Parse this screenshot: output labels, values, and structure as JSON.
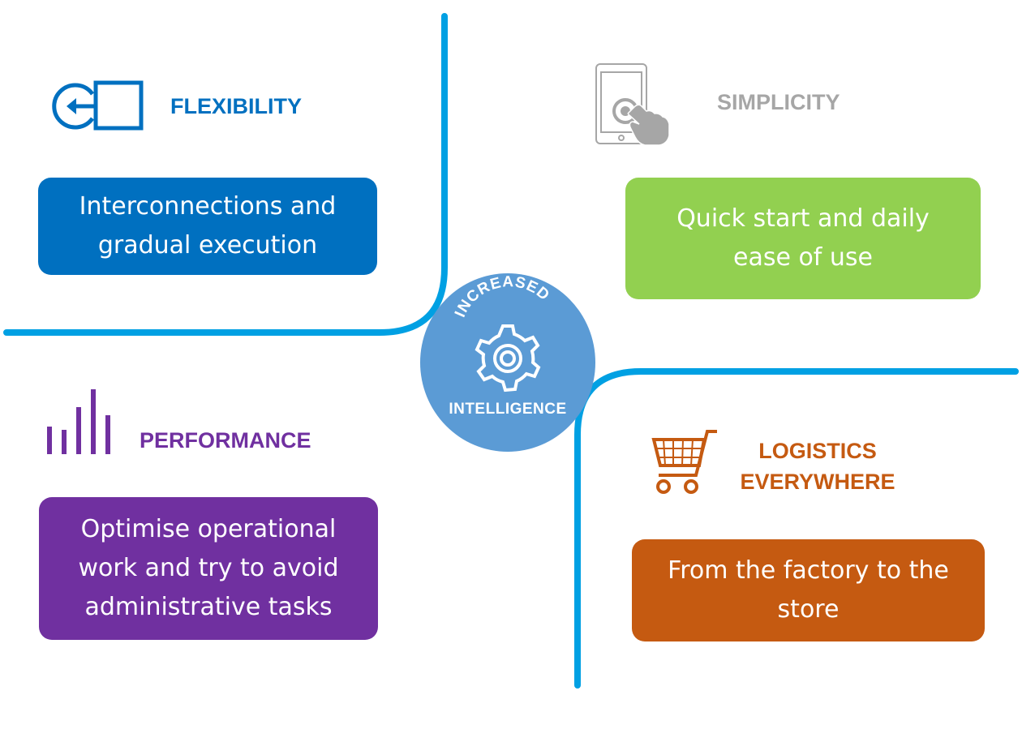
{
  "center": {
    "top_text": "INCREASED",
    "bottom_text": "INTELLIGENCE",
    "icon": "gear-icon",
    "color": "#5b9bd5"
  },
  "quadrants": {
    "flexibility": {
      "title": "FLEXIBILITY",
      "description": "Interconnections and gradual execution",
      "icon": "login-arrow-icon",
      "title_color": "#0070c0",
      "card_color": "#0070c0"
    },
    "simplicity": {
      "title": "SIMPLICITY",
      "description": "Quick start and daily ease of use",
      "icon": "tablet-touch-icon",
      "title_color": "#a6a6a6",
      "card_color": "#92d050"
    },
    "performance": {
      "title": "PERFORMANCE",
      "description": "Optimise operational work and try to avoid administrative tasks",
      "icon": "bar-chart-icon",
      "title_color": "#7030a0",
      "card_color": "#7030a0"
    },
    "logistics": {
      "title_line1": "LOGISTICS",
      "title_line2": "EVERYWHERE",
      "description": "From the factory to the store",
      "icon": "shopping-cart-icon",
      "title_color": "#c55a11",
      "card_color": "#c55a11"
    }
  },
  "divider_color": "#00a0e3"
}
